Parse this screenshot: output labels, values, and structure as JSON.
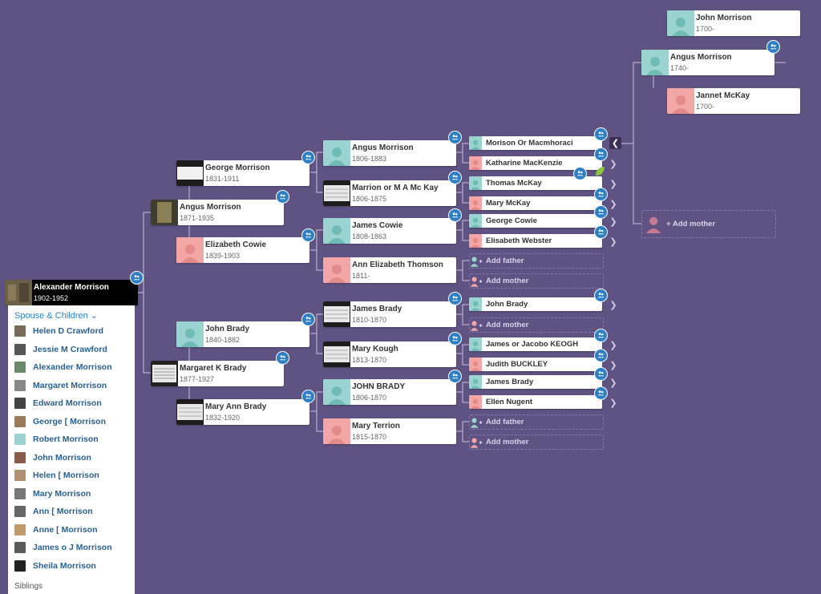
{
  "tree": {
    "root": {
      "name": "Alexander Morrison",
      "years": "1902-1952"
    },
    "gen1": [
      {
        "id": "p1",
        "name": "Angus Morrison",
        "years": "1871-1935"
      },
      {
        "id": "p2",
        "name": "Margaret K Brady",
        "years": "1877-1927"
      }
    ],
    "gen2": [
      {
        "id": "g1",
        "name": "George Morrison",
        "years": "1831-1911"
      },
      {
        "id": "g2",
        "name": "Elizabeth Cowie",
        "years": "1839-1903"
      },
      {
        "id": "g3",
        "name": "John Brady",
        "years": "1840-1882"
      },
      {
        "id": "g4",
        "name": "Mary Ann Brady",
        "years": "1832-1920"
      }
    ],
    "gen3": [
      {
        "id": "h1",
        "name": "Angus Morrison",
        "years": "1806-1883"
      },
      {
        "id": "h2",
        "name": "Marrion or M A Mc Kay",
        "years": "1806-1875"
      },
      {
        "id": "h3",
        "name": "James Cowie",
        "years": "1808-1863"
      },
      {
        "id": "h4",
        "name": "Ann Elizabeth Thomson",
        "years": "1811-"
      },
      {
        "id": "h5",
        "name": "James Brady",
        "years": "1810-1870"
      },
      {
        "id": "h6",
        "name": "Mary Kough",
        "years": "1813-1870"
      },
      {
        "id": "h7",
        "name": "JOHN BRADY",
        "years": "1806-1870"
      },
      {
        "id": "h8",
        "name": "Mary Terrion",
        "years": "1815-1870"
      }
    ],
    "gen4": [
      {
        "id": "k1",
        "name": "Morison Or Macmhoraci"
      },
      {
        "id": "k2",
        "name": "Katharine MacKenzie"
      },
      {
        "id": "k3",
        "name": "Thomas McKay"
      },
      {
        "id": "k4",
        "name": "Mary McKay"
      },
      {
        "id": "k5",
        "name": "George Cowie"
      },
      {
        "id": "k6",
        "name": "Elisabeth Webster"
      },
      {
        "id": "k9",
        "name": "John Brady"
      },
      {
        "id": "k11",
        "name": "James or Jacobo KEOGH"
      },
      {
        "id": "k12",
        "name": "Judith BUCKLEY"
      },
      {
        "id": "k13",
        "name": "James Brady"
      },
      {
        "id": "k14",
        "name": "Ellen Nugent"
      }
    ],
    "gen5": [
      {
        "id": "m1",
        "name": "Angus Morrison",
        "years": "1740-"
      }
    ],
    "gen6": [
      {
        "id": "n1",
        "name": "John Morrison",
        "years": "1700-"
      },
      {
        "id": "n2",
        "name": "Jannet McKay",
        "years": "1700-"
      }
    ],
    "add_father": "Add father",
    "add_mother": "Add mother",
    "add_mother_plus": "+ Add mother"
  },
  "panel": {
    "header": "Spouse & Children",
    "items": [
      "Helen D Crawford",
      "Jessie M Crawford",
      "Alexander Morrison",
      "Margaret Morrison",
      "Edward Morrison",
      "George [ Morrison",
      "Robert Morrison",
      "John Morrison",
      "Helen [ Morrison",
      "Mary Morrison",
      "Ann [ Morrison",
      "Anne [ Morrison",
      "James o J Morrison",
      "Sheila Morrison"
    ],
    "siblings_label": "Siblings"
  },
  "colors": {
    "background": "#5f5383",
    "male": "#9ad3cf",
    "female": "#f2a6a6",
    "link": "#2a5f8f",
    "badge": "#2e7fc4"
  },
  "icons": [
    "person-silhouette-icon",
    "family-badge-icon",
    "chevron-right-icon",
    "chevron-left-icon",
    "leaf-hint-icon",
    "add-person-icon",
    "chevron-down-icon"
  ]
}
